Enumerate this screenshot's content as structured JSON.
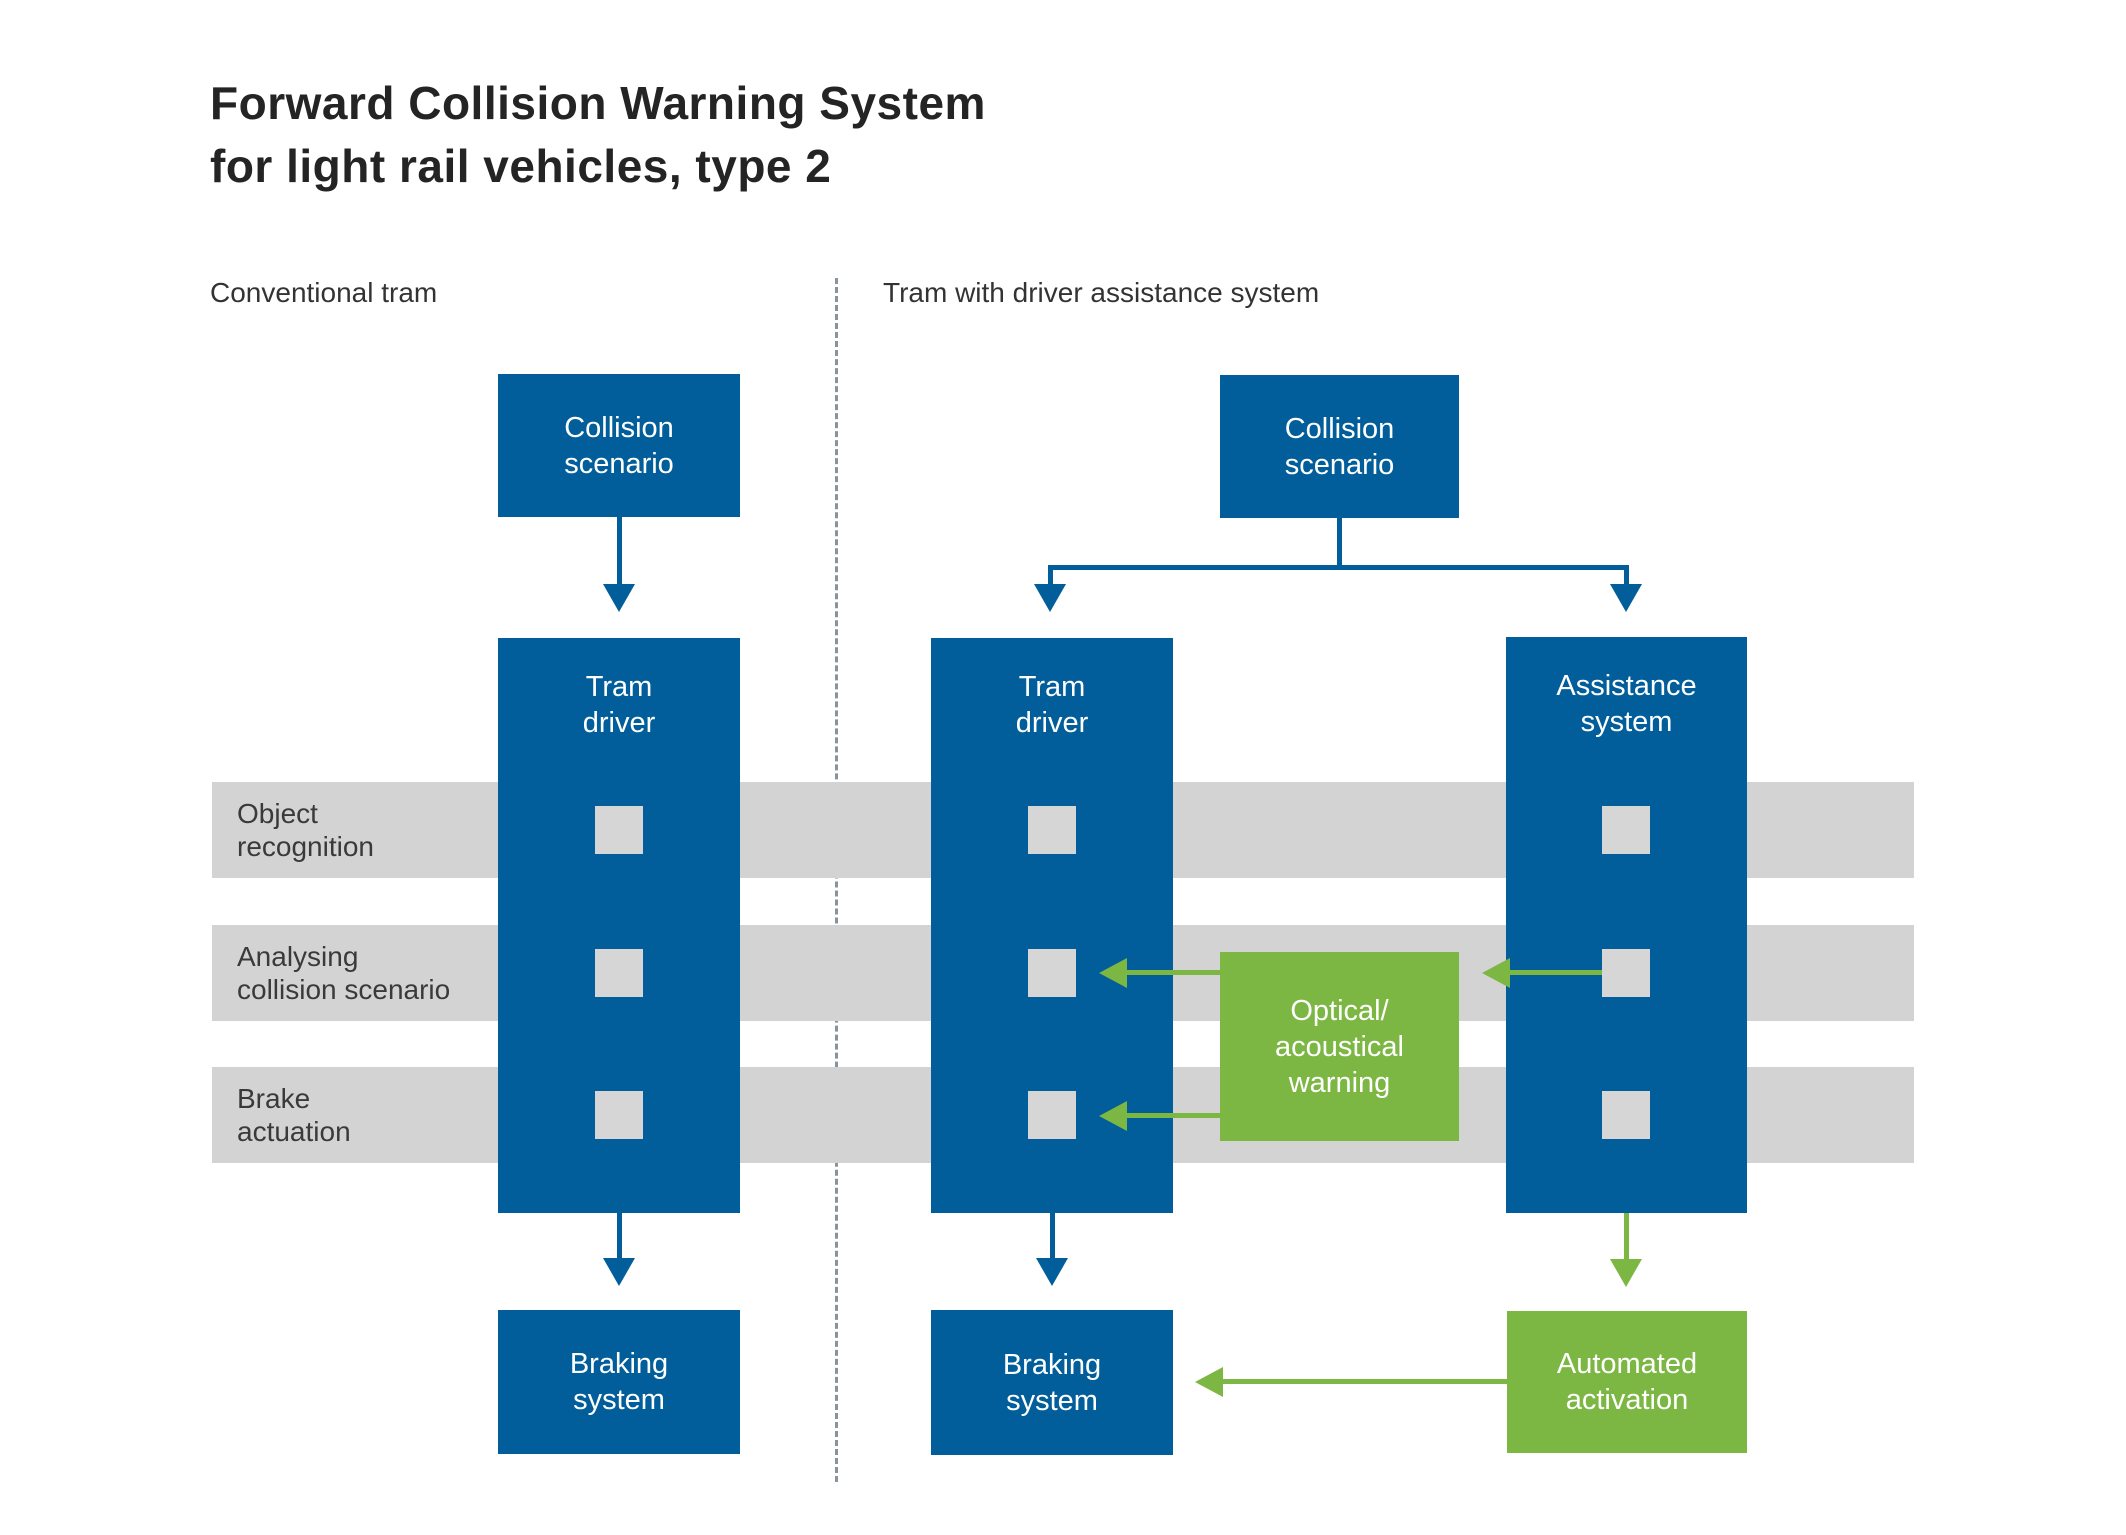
{
  "title": {
    "text": "Forward Collision Warning System\nfor light rail vehicles, type 2"
  },
  "sections": {
    "left": "Conventional tram",
    "right": "Tram with driver assistance system"
  },
  "lanes": [
    {
      "label": "Object\nrecognition"
    },
    {
      "label": "Analysing\ncollision scenario"
    },
    {
      "label": "Brake\nactuation"
    }
  ],
  "boxes": {
    "collision_left": "Collision\nscenario",
    "tram_driver_left": "Tram\ndriver",
    "braking_left": "Braking\nsystem",
    "collision_right": "Collision\nscenario",
    "tram_driver_right": "Tram\ndriver",
    "assistance": "Assistance\nsystem",
    "optical_warning": "Optical/\nacoustical\nwarning",
    "automated_activation": "Automated\nactivation",
    "braking_right": "Braking\nsystem"
  },
  "colors": {
    "blue": "#015E9A",
    "green": "#7CB643",
    "band": "#D3D3D3",
    "square": "#D6D6D6",
    "dash": "#8A939C",
    "label": "#3A3A3A"
  }
}
